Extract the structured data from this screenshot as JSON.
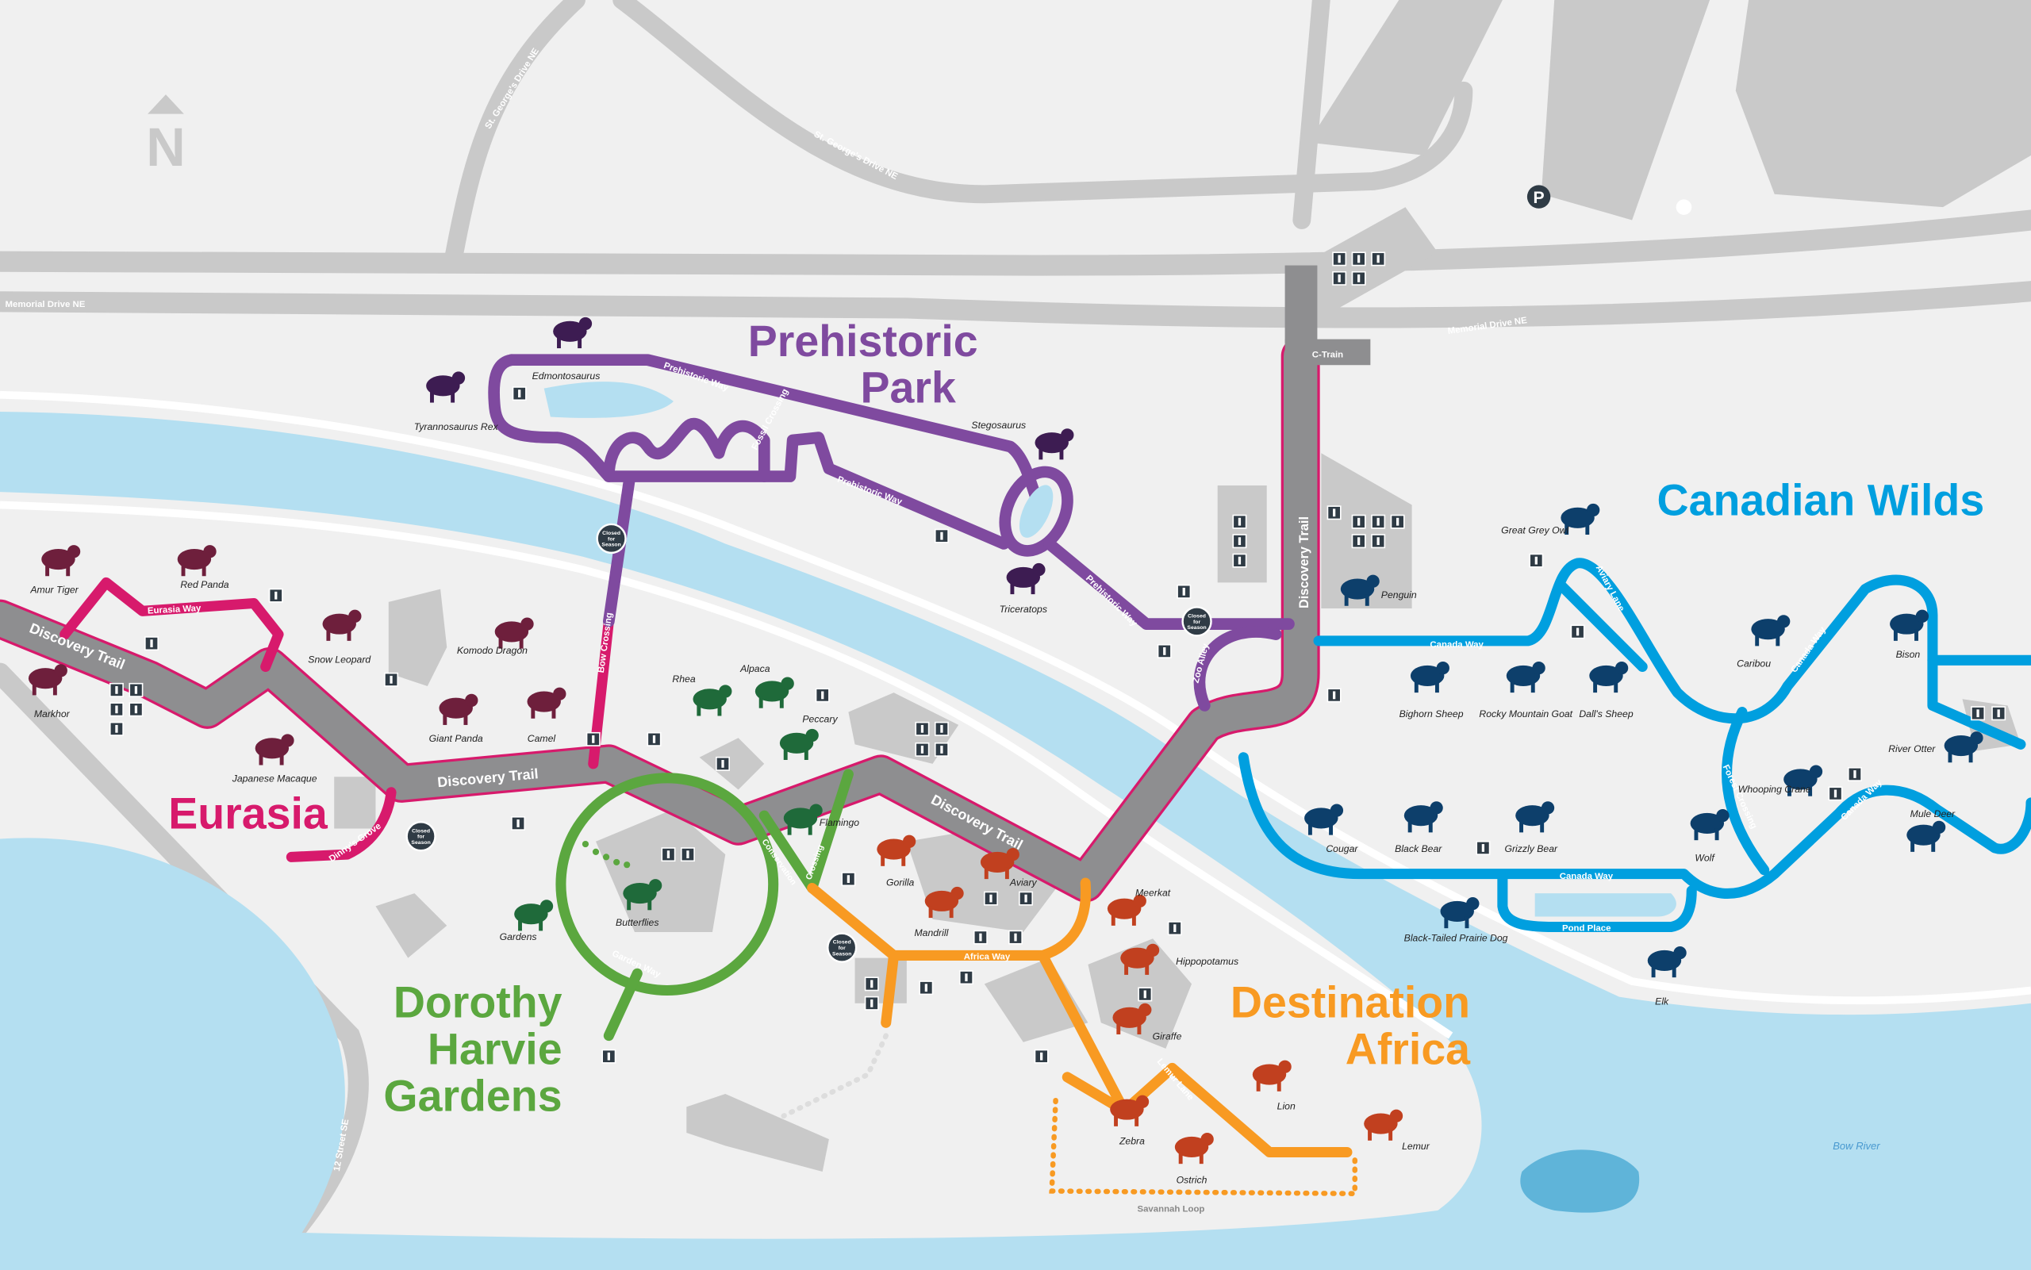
{
  "compass": "N",
  "roads": {
    "memorial_west": "Memorial Drive NE",
    "memorial_east": "Memorial Drive NE",
    "st_georges_north": "St. George's Drive NE",
    "st_georges_east": "St. George's Drive NE",
    "twelfth_street": "12 Street SE",
    "ctrain": "C-Train",
    "parking": "P"
  },
  "zones": {
    "eurasia": "Eurasia",
    "prehistoric_1": "Prehistoric",
    "prehistoric_2": "Park",
    "canadian": "Canadian Wilds",
    "gardens_1": "Dorothy",
    "gardens_2": "Harvie",
    "gardens_3": "Gardens",
    "africa_1": "Destination",
    "africa_2": "Africa"
  },
  "colors": {
    "eurasia": "#d71a6c",
    "prehistoric": "#7f4a9f",
    "canadian": "#009fdf",
    "gardens": "#5ba73f",
    "africa": "#f89a22",
    "trail": "#8e8e90",
    "water": "#b4dff1",
    "land": "#f0f0f0"
  },
  "paths": {
    "discovery_trail_1": "Discovery Trail",
    "discovery_trail_2": "Discovery Trail",
    "discovery_trail_3": "Discovery Trail",
    "discovery_trail_4": "Discovery Trail",
    "eurasia_way": "Eurasia Way",
    "dinnys_grove": "Dinny's Grove",
    "bow_crossing": "Bow Crossing",
    "prehistoric_way_1": "Prehistoric Way",
    "prehistoric_way_2": "Prehistoric Way",
    "prehistoric_way_3": "Prehistoric Way",
    "fossil_crossing": "Fossil Crossing",
    "zoo_alley": "Zoo Alley",
    "canada_way_1": "Canada Way",
    "canada_way_2": "Canada Way",
    "canada_way_3": "Canada Way",
    "canada_way_4": "Canada Way",
    "aviary_lane": "Aviary Lane",
    "forest_crossing": "Forest Crossing",
    "pond_place": "Pond Place",
    "garden_way": "Garden Way",
    "conservation": "Conservation",
    "crossing": "Crossing",
    "africa_way": "Africa Way",
    "lemur_lane": "Lemur Lane",
    "savannah_loop": "Savannah Loop"
  },
  "closed_badge": [
    "Closed",
    "for",
    "Season"
  ],
  "river": "Bow River",
  "animals": {
    "eurasia": [
      "Amur Tiger",
      "Red Panda",
      "Snow Leopard",
      "Komodo Dragon",
      "Markhor",
      "Japanese Macaque",
      "Giant Panda",
      "Camel"
    ],
    "prehistoric": [
      "Edmontosaurus",
      "Tyrannosaurus Rex",
      "Stegosaurus",
      "Triceratops"
    ],
    "gardens": [
      "Rhea",
      "Alpaca",
      "Peccary",
      "Flamingo",
      "Butterflies",
      "Gardens"
    ],
    "africa": [
      "Gorilla",
      "Mandrill",
      "Aviary",
      "Meerkat",
      "Hippopotamus",
      "Giraffe",
      "Lion",
      "Zebra",
      "Ostrich",
      "Lemur"
    ],
    "canadian": [
      "Great Grey Owl",
      "Penguin",
      "Bighorn Sheep",
      "Rocky Mountain Goat",
      "Dall's Sheep",
      "Caribou",
      "Bison",
      "River Otter",
      "Whooping Crane",
      "Mule Deer",
      "Wolf",
      "Cougar",
      "Black Bear",
      "Grizzly Bear",
      "Black-Tailed Prairie Dog",
      "Elk"
    ]
  }
}
